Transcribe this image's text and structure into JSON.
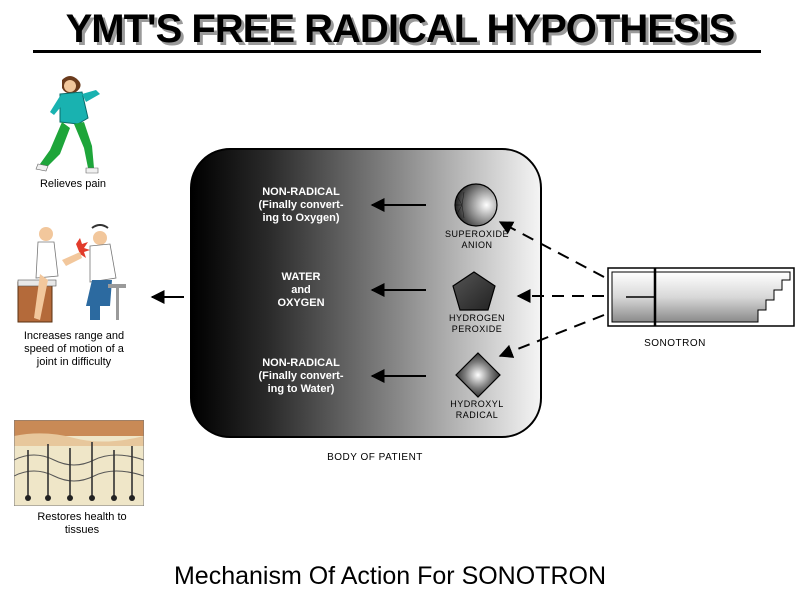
{
  "title": "YMT'S FREE RADICAL HYPOTHESIS",
  "footer": "Mechanism Of Action For SONOTRON",
  "left_effects": [
    {
      "caption_lines": [
        "Relieves pain"
      ]
    },
    {
      "caption_lines": [
        "Increases range and",
        "speed of motion of a",
        "joint in difficulty"
      ]
    },
    {
      "caption_lines": [
        "Restores health to",
        "tissues"
      ]
    }
  ],
  "body_label": "BODY OF PATIENT",
  "device_label": "SONOTRON",
  "reactions": [
    {
      "species_lines": [
        "SUPEROXIDE",
        "ANION"
      ],
      "result_lines": [
        "NON-RADICAL",
        "(Finally convert-",
        "ing to Oxygen)"
      ]
    },
    {
      "species_lines": [
        "HYDROGEN",
        "PEROXIDE"
      ],
      "result_lines": [
        "WATER",
        "and",
        "OXYGEN"
      ]
    },
    {
      "species_lines": [
        "HYDROXYL",
        "RADICAL"
      ],
      "result_lines": [
        "NON-RADICAL",
        "(Finally convert-",
        "ing to Water)"
      ]
    }
  ]
}
